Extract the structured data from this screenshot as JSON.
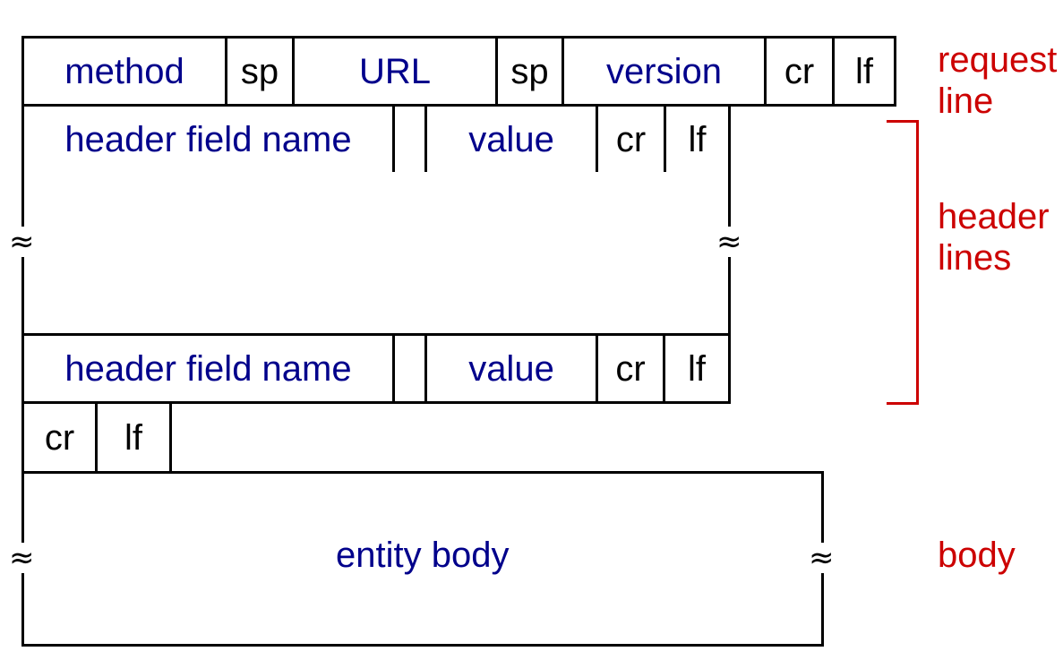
{
  "request_line": {
    "cells": [
      "method",
      "sp",
      "URL",
      "sp",
      "version",
      "cr",
      "lf"
    ]
  },
  "header_line": {
    "cells": [
      "header field name",
      "",
      "value",
      "cr",
      "lf"
    ]
  },
  "blank_line": {
    "cells": [
      "cr",
      "lf"
    ]
  },
  "body": {
    "text": "entity body"
  },
  "squiggle": "≈",
  "labels": {
    "request_line": "request line",
    "header_lines": "header lines",
    "body": "body"
  },
  "colors": {
    "field_text": "#00008b",
    "delimiter_text": "#000000",
    "annotation": "#cc0000",
    "border": "#000000"
  }
}
